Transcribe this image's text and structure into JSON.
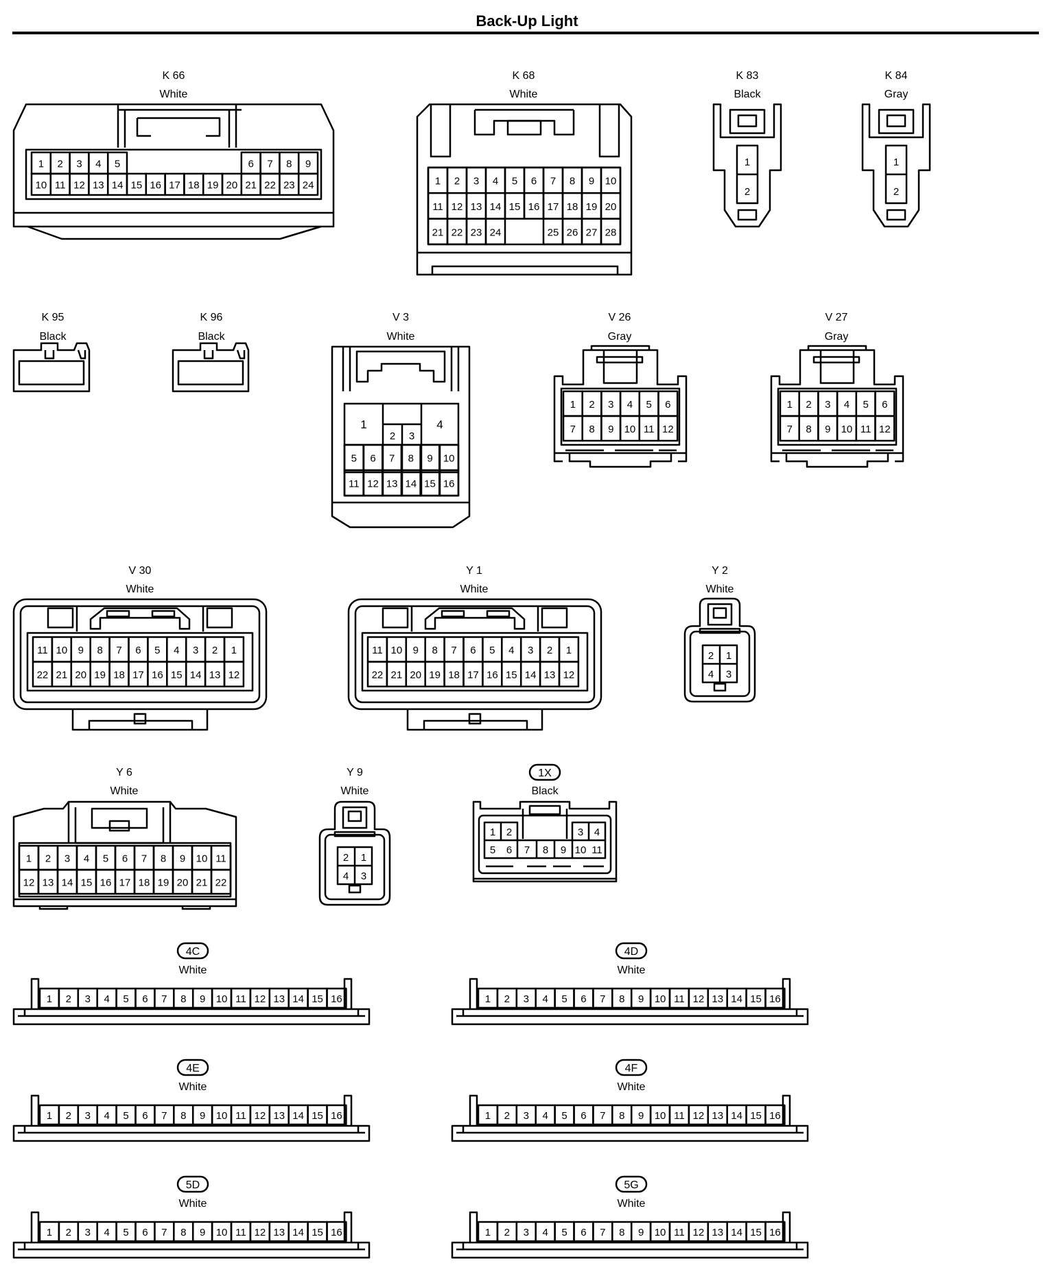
{
  "title": "Back-Up Light",
  "connectors": [
    {
      "code": "K 66",
      "color": "White"
    },
    {
      "code": "K 68",
      "color": "White"
    },
    {
      "code": "K 83",
      "color": "Black"
    },
    {
      "code": "K 84",
      "color": "Gray"
    },
    {
      "code": "K 95",
      "color": "Black"
    },
    {
      "code": "K 96",
      "color": "Black"
    },
    {
      "code": "V 3",
      "color": "White"
    },
    {
      "code": "V 26",
      "color": "Gray"
    },
    {
      "code": "V 27",
      "color": "Gray"
    },
    {
      "code": "V 30",
      "color": "White"
    },
    {
      "code": "Y 1",
      "color": "White"
    },
    {
      "code": "Y 2",
      "color": "White"
    },
    {
      "code": "Y 6",
      "color": "White"
    },
    {
      "code": "Y 9",
      "color": "White"
    },
    {
      "code": "1X",
      "color": "Black"
    },
    {
      "code": "4C",
      "color": "White"
    },
    {
      "code": "4D",
      "color": "White"
    },
    {
      "code": "4E",
      "color": "White"
    },
    {
      "code": "4F",
      "color": "White"
    },
    {
      "code": "5D",
      "color": "White"
    },
    {
      "code": "5G",
      "color": "White"
    }
  ]
}
